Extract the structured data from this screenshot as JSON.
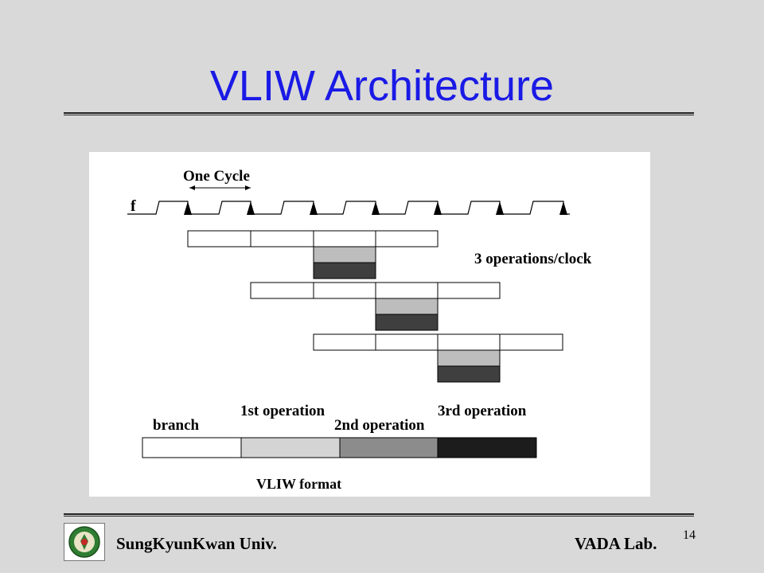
{
  "slide": {
    "title": "VLIW Architecture",
    "page_number": "14"
  },
  "footer": {
    "university": "SungKyunKwan Univ.",
    "lab": "VADA Lab."
  },
  "diagram": {
    "cycle_label": "One Cycle",
    "clock_label": "f",
    "ops_per_clock_label": "3 operations/clock",
    "format_fields": [
      "branch",
      "1st operation",
      "2nd operation",
      "3rd operation"
    ],
    "format_caption": "VLIW format",
    "colors": {
      "branch": "#ffffff",
      "op1": "#d4d4d4",
      "op2": "#8c8c8c",
      "op3": "#1c1c1c",
      "stage_op1": "#bdbdbd",
      "stage_op2": "#3f3f3f"
    }
  }
}
